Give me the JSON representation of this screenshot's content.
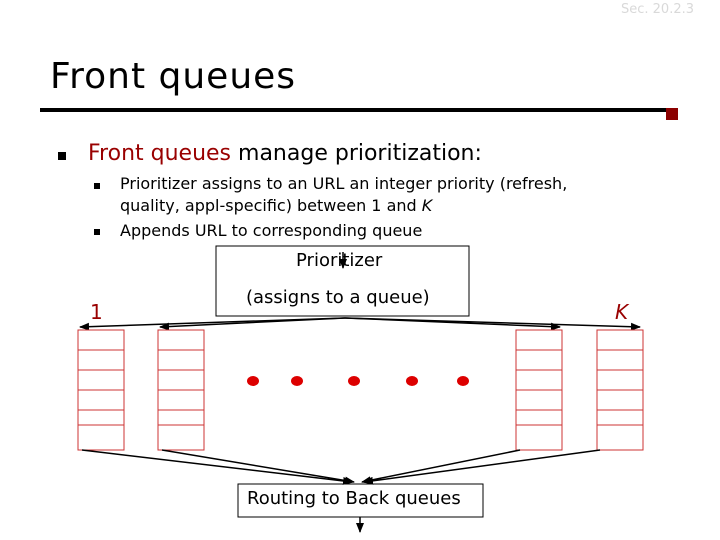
{
  "header": {
    "section": "Sec. 20.2.3"
  },
  "slide": {
    "title": "Front queues",
    "bullet_main_red": "Front queues",
    "bullet_main_rest": " manage prioritization:",
    "sub1_line1": "Prioritizer assigns to an URL an integer priority (refresh,",
    "sub1_line2": "quality, appl-specific) between 1 and ",
    "sub1_k": "K",
    "sub2": "Appends URL to corresponding queue"
  },
  "diagram": {
    "prioritizer_label": "Prioritizer",
    "prioritizer_sub": "(assigns to a queue)",
    "queue_first_label": "1",
    "queue_last_label": "K",
    "routing_label": "Routing to Back queues",
    "colors": {
      "queue_border": "#cc3333",
      "dot": "#dd0000",
      "label": "#990000"
    }
  }
}
